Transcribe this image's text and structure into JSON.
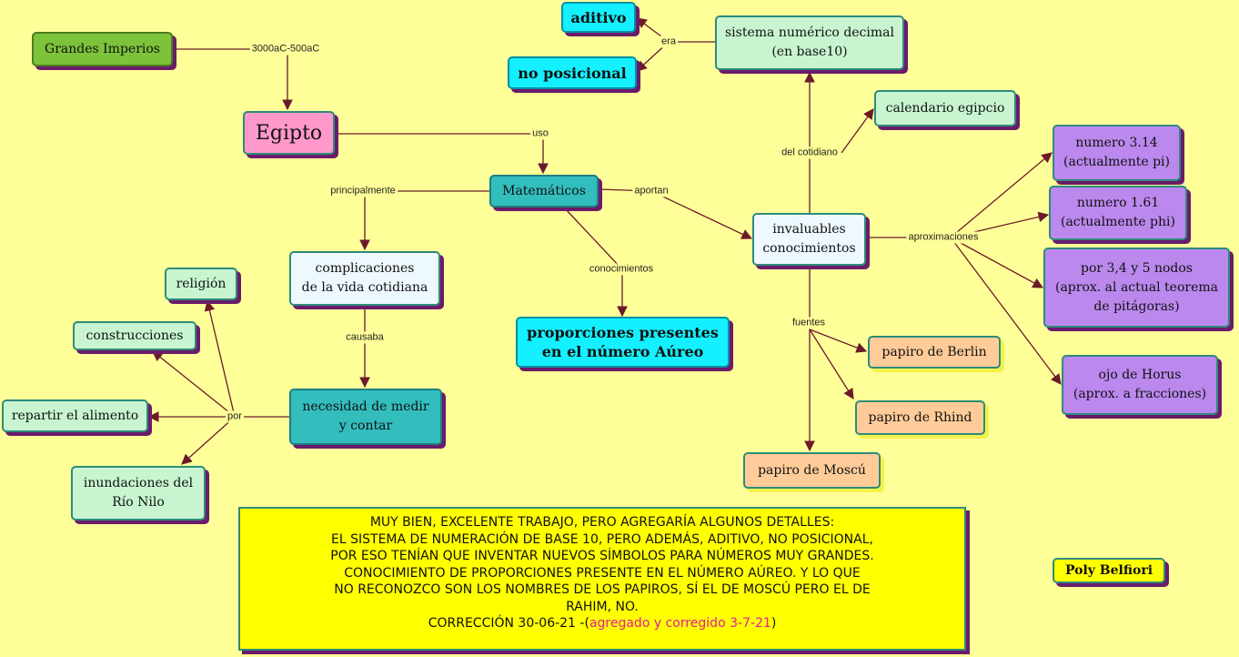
{
  "nodes": {
    "grandes_imperios": "Grandes Imperios",
    "egipto": "Egipto",
    "matematicos": "Matemáticos",
    "complicaciones": "complicaciones\nde la vida cotidiana",
    "necesidad": "necesidad de medir\ny contar",
    "religion": "religión",
    "construcciones": "construcciones",
    "repartir": "repartir el alimento",
    "inundaciones": "inundaciones del\nRío Nilo",
    "proporciones": "proporciones presentes\nen el número Aúreo",
    "invaluables": "invaluables\nconocimientos",
    "sistema": "sistema numérico decimal\n(en base10)",
    "aditivo": "aditivo",
    "no_posicional": "no posicional",
    "calendario": "calendario egipcio",
    "numero_314": "numero 3.14\n(actualmente pi)",
    "numero_161": "numero 1.61\n(actualmente phi)",
    "nodos": "por 3,4 y 5 nodos\n(aprox. al actual teorema\nde pitágoras)",
    "ojo": "ojo de Horus\n(aprox. a fracciones)",
    "berlin": "papiro de Berlin",
    "rhind": "papiro de Rhind",
    "moscu": "papiro de Moscú",
    "poly": "Poly Belfiori"
  },
  "links": {
    "periodo": "3000aC-500aC",
    "uso": "uso",
    "principalmente": "principalmente",
    "aportan": "aportan",
    "conocimientos": "conocimientos",
    "causaba": "causaba",
    "por": "por",
    "era": "era",
    "del_cotidiano": "del cotidiano",
    "aproximaciones": "aproximaciones",
    "fuentes": "fuentes"
  },
  "note": {
    "line1": "MUY BIEN, EXCELENTE TRABAJO, PERO AGREGARÍA ALGUNOS DETALLES:",
    "line2": "EL SISTEMA DE NUMERACIÓN DE BASE 10, PERO ADEMÁS, ADITIVO, NO POSICIONAL,",
    "line3": "POR ESO TENÍAN QUE INVENTAR NUEVOS SÍMBOLOS PARA NÚMEROS MUY GRANDES.",
    "line4": "CONOCIMIENTO DE PROPORCIONES PRESENTE EN EL NÚMERO AÚREO.  Y LO QUE",
    "line5": "NO RECONOZCO SON LOS NOMBRES DE LOS PAPIROS, SÍ EL DE MOSCÚ PERO EL DE",
    "line6": "RAHIM, NO.",
    "correction_prefix": "CORRECCIÓN 30-06-21 -(",
    "correction_highlight": "agregado y corregido 3-7-21",
    "correction_suffix": ")"
  },
  "colors": {
    "edge": "#6b1a2a",
    "highlight": "#e0209a"
  }
}
